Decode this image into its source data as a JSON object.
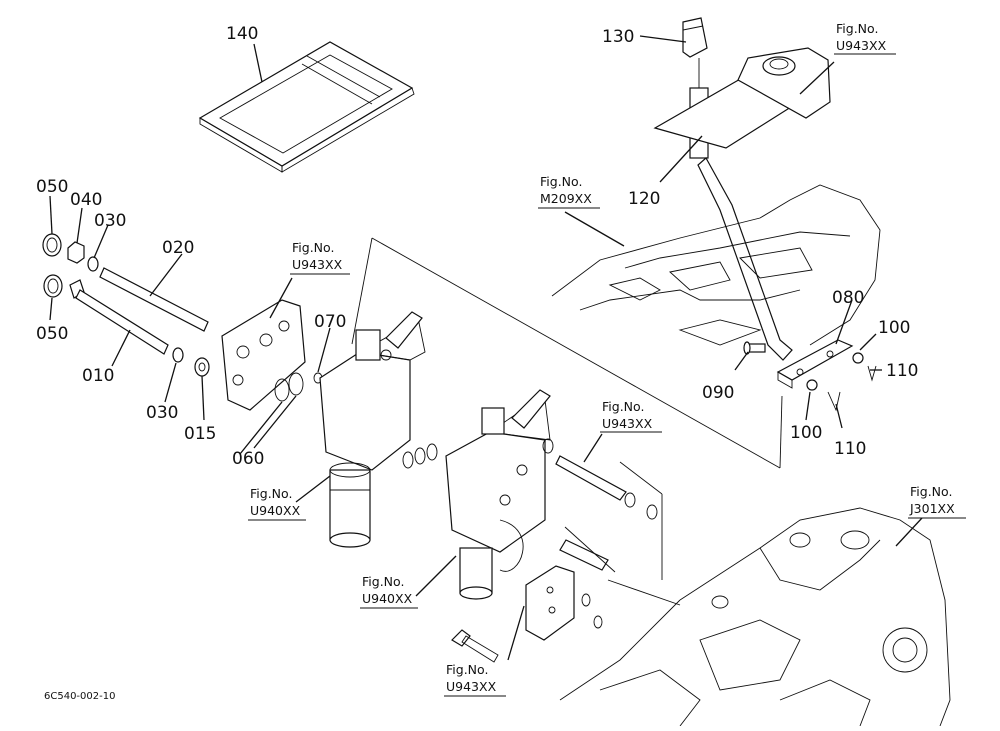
{
  "diagram": {
    "part_numbers": [
      "010",
      "015",
      "020",
      "030",
      "030",
      "040",
      "050",
      "050",
      "060",
      "070",
      "080",
      "090",
      "100",
      "100",
      "110",
      "110",
      "120",
      "130",
      "140"
    ],
    "figure_refs": [
      {
        "label": "Fig.No.",
        "code": "U943XX"
      },
      {
        "label": "Fig.No.",
        "code": "M209XX"
      },
      {
        "label": "Fig.No.",
        "code": "U943XX"
      },
      {
        "label": "Fig.No.",
        "code": "U943XX"
      },
      {
        "label": "Fig.No.",
        "code": "U940XX"
      },
      {
        "label": "Fig.No.",
        "code": "U940XX"
      },
      {
        "label": "Fig.No.",
        "code": "J301XX"
      },
      {
        "label": "Fig.No.",
        "code": "U943XX"
      }
    ],
    "drawing_code": "6C540-002-10"
  }
}
